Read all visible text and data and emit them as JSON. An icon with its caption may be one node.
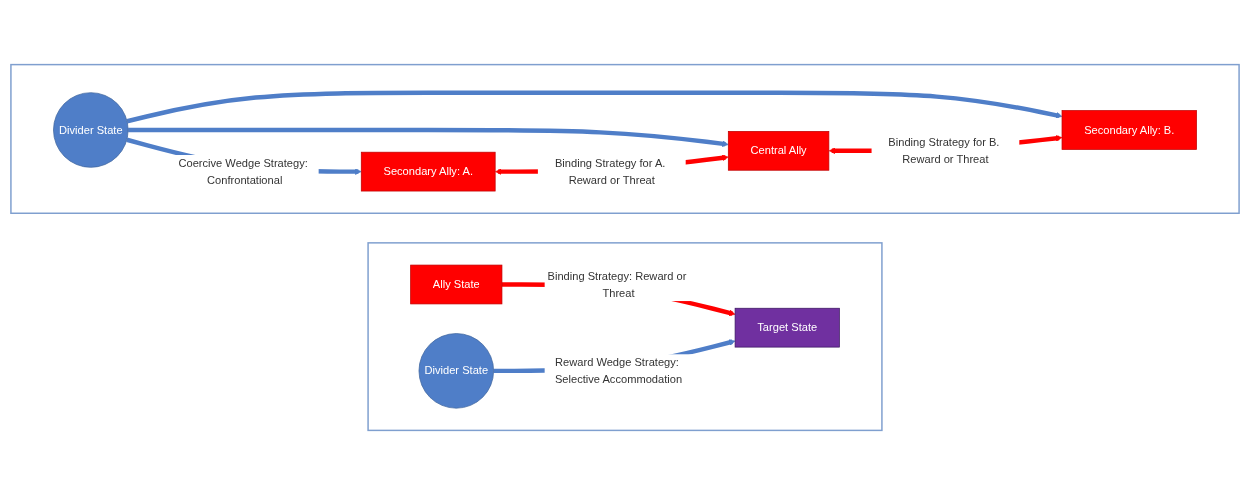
{
  "diagram": {
    "nodes": [
      {
        "text": [],
        "shape": "box"
      },
      {
        "text": [
          "Ally State"
        ],
        "in": 0
      },
      {
        "text": [
          "Target State"
        ],
        "in": 0
      },
      {
        "text": [
          "Divider State"
        ],
        "in": 0
      },
      {
        "text": [],
        "shape": "box"
      },
      {
        "text": [
          "Secondary Ally: A."
        ],
        "in": 4
      },
      {
        "text": [
          "Central Ally"
        ],
        "in": 4
      },
      {
        "text": [
          "Divider State"
        ],
        "in": 4
      },
      {
        "text": [
          "Secondary Ally: B."
        ],
        "in": 4
      }
    ],
    "edges": [
      {
        "from": 1,
        "to": 2,
        "arrow": "to",
        "label": "Binding Strategy: Reward or Threat",
        "color": "#ff0000"
      },
      {
        "from": 3,
        "to": 2,
        "arrow": "to",
        "label": "Reward Wedge Strategy: Selective Accommodation"
      },
      {
        "from": 7,
        "to": 5,
        "arrow": "to",
        "label": "Coercive Wedge Strategy: Confrontational"
      },
      {
        "from": 7,
        "to": 6,
        "arrow": "to"
      },
      {
        "from": 7,
        "to": 8,
        "arrow": "to"
      },
      {
        "from": 5,
        "to": 6,
        "arrow": "both",
        "label": "Binding Strategy for A. Reward or Threat",
        "color": "#ff0000"
      },
      {
        "from": 6,
        "to": 8,
        "arrow": "both",
        "label": "Binding Strategy for B. Reward or Threat",
        "color": "#ff0000"
      }
    ]
  }
}
